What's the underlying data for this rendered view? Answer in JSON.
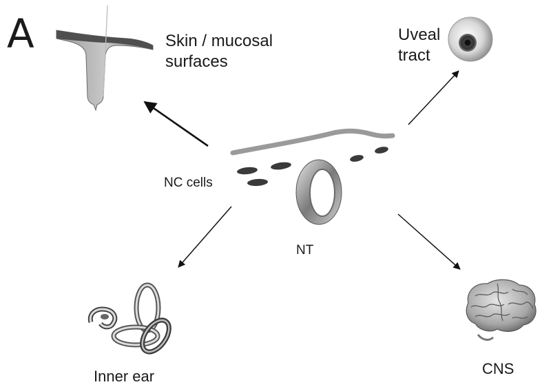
{
  "panel_letter": "A",
  "labels": {
    "skin_line1": "Skin / mucosal",
    "skin_line2": "surfaces",
    "uveal_line1": "Uveal",
    "uveal_line2": "tract",
    "nc_cells": "NC cells",
    "nt": "NT",
    "inner_ear": "Inner ear",
    "cns": "CNS"
  },
  "icons": {
    "skin": "skin-hair-follicle-icon",
    "eye": "eyeball-icon",
    "neural_tube": "neural-tube-icon",
    "inner_ear": "inner-ear-icon",
    "brain": "brain-icon"
  },
  "colors": {
    "arrow": "#111111",
    "skin_surface": "#555555",
    "ectoderm": "#9a9a9a",
    "nc_cells": "#3a3a3a"
  }
}
